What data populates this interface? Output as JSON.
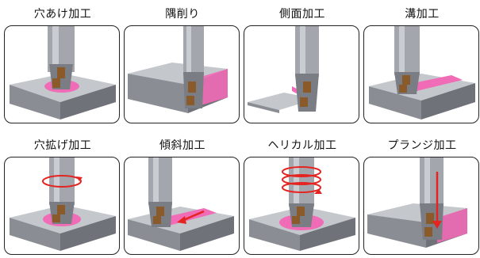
{
  "operations": [
    {
      "id": "drilling",
      "label": "穴あけ加工"
    },
    {
      "id": "corner-milling",
      "label": "隅削り"
    },
    {
      "id": "side-milling",
      "label": "側面加工"
    },
    {
      "id": "slotting",
      "label": "溝加工"
    },
    {
      "id": "hole-enlarging",
      "label": "穴拡げ加工"
    },
    {
      "id": "ramping",
      "label": "傾斜加工"
    },
    {
      "id": "helical-milling",
      "label": "ヘリカル加工"
    },
    {
      "id": "plunging",
      "label": "プランジ加工"
    }
  ],
  "colors": {
    "highlight": "#f06cb6",
    "arrow": "#e52421",
    "block_top": "#b9bdc3",
    "block_side": "#7e8288",
    "tool": "#9a9ea4",
    "insert": "#8a5a2b"
  }
}
